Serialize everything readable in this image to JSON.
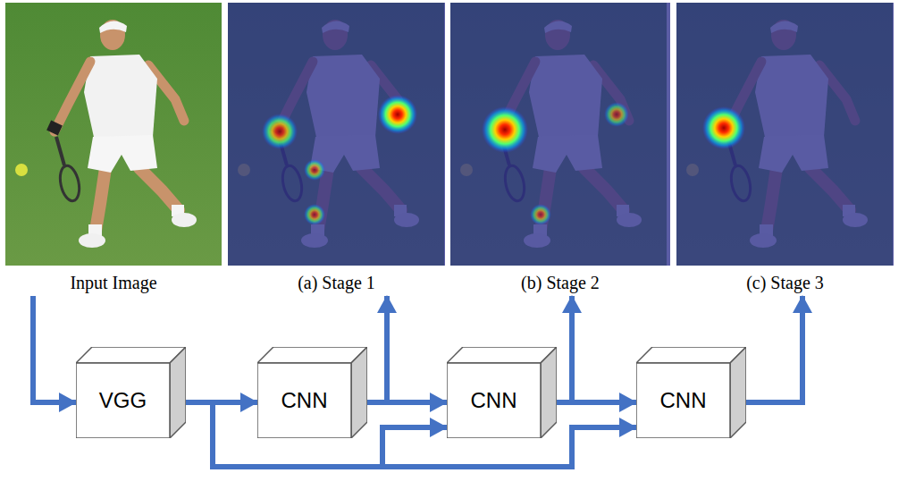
{
  "diagram": {
    "nodes": [
      {
        "text": [
          "Input Image"
        ]
      },
      {
        "text": [
          "(a) Stage 1"
        ]
      },
      {
        "text": [
          "(b) Stage 2"
        ]
      },
      {
        "text": [
          "(c) Stage 3"
        ]
      },
      {
        "text": [
          "VGG"
        ]
      },
      {
        "text": [
          "CNN"
        ]
      },
      {
        "text": [
          "CNN"
        ]
      },
      {
        "text": [
          "CNN"
        ]
      }
    ],
    "edges": [
      {
        "from": 0,
        "to": 4,
        "arrow": "to"
      },
      {
        "from": 4,
        "to": 5,
        "arrow": "to"
      },
      {
        "from": 5,
        "to": 6,
        "arrow": "to"
      },
      {
        "from": 6,
        "to": 7,
        "arrow": "to"
      },
      {
        "from": 4,
        "to": 6,
        "arrow": "to"
      },
      {
        "from": 4,
        "to": 7,
        "arrow": "to"
      },
      {
        "from": 5,
        "to": 1,
        "arrow": "to"
      },
      {
        "from": 6,
        "to": 2,
        "arrow": "to"
      },
      {
        "from": 7,
        "to": 3,
        "arrow": "to"
      }
    ]
  }
}
